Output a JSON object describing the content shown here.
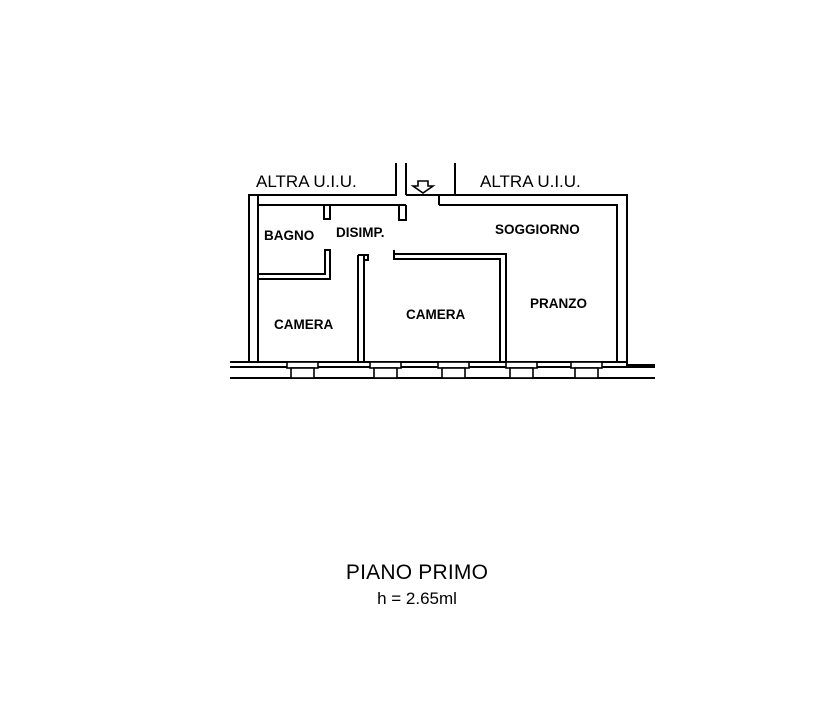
{
  "plan": {
    "neighbor_left": "ALTRA U.I.U.",
    "neighbor_right": "ALTRA U.I.U.",
    "rooms": {
      "bagno": "BAGNO",
      "disimpegno": "DISIMP.",
      "soggiorno": "SOGGIORNO",
      "camera_left": "CAMERA",
      "camera_center": "CAMERA",
      "pranzo": "PRANZO"
    }
  },
  "caption": {
    "title": "PIANO PRIMO",
    "height": "h = 2.65ml"
  }
}
